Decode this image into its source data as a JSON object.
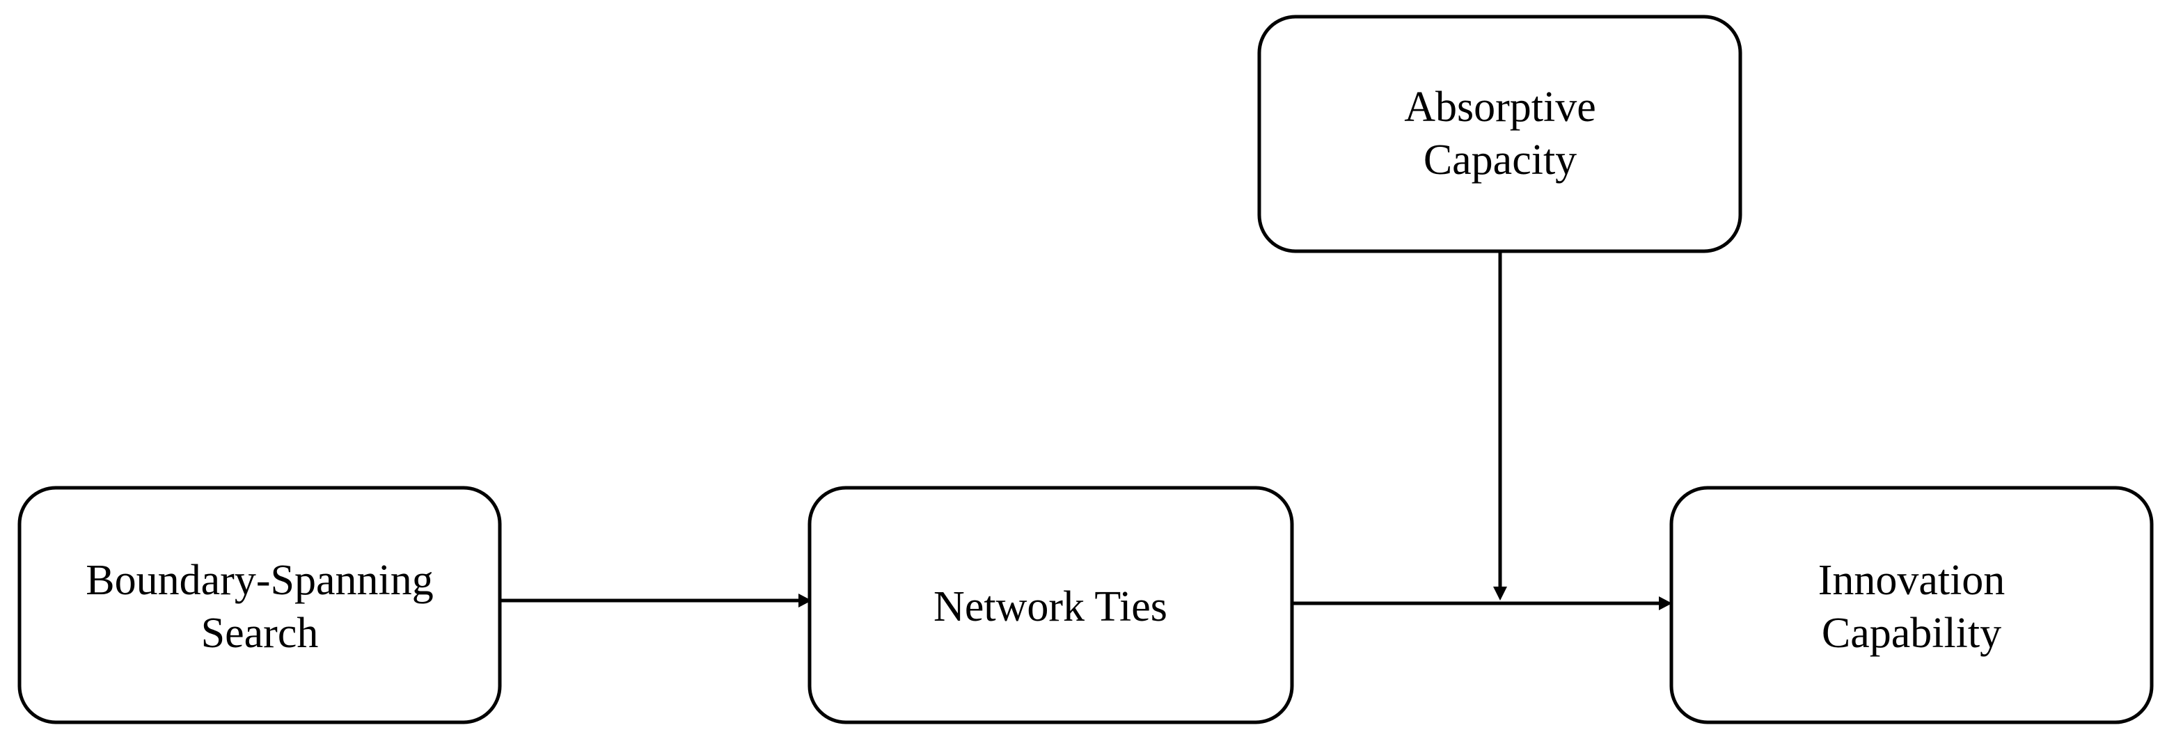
{
  "nodes": {
    "boundary_spanning_search": {
      "line1": "Boundary-Spanning",
      "line2": "Search"
    },
    "network_ties": {
      "line1": "Network Ties"
    },
    "absorptive_capacity": {
      "line1": "Absorptive",
      "line2": "Capacity"
    },
    "innovation_capability": {
      "line1": "Innovation",
      "line2": "Capability"
    }
  },
  "edges": [
    {
      "from": "boundary_spanning_search",
      "to": "network_ties",
      "type": "direct"
    },
    {
      "from": "network_ties",
      "to": "innovation_capability",
      "type": "direct"
    },
    {
      "from": "absorptive_capacity",
      "to": "network_ties -> innovation_capability",
      "type": "moderation"
    }
  ],
  "colors": {
    "stroke": "#000000",
    "fill": "#ffffff",
    "text": "#000000"
  }
}
